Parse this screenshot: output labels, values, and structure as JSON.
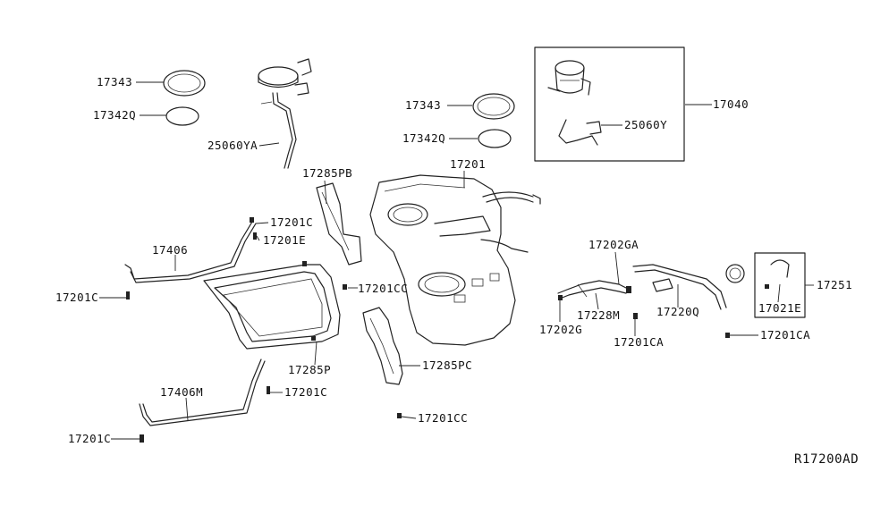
{
  "diagram_code": "R17200AD",
  "callouts": [
    {
      "id": "c01",
      "text": "17343"
    },
    {
      "id": "c02",
      "text": "17342Q"
    },
    {
      "id": "c03",
      "text": "25060YA"
    },
    {
      "id": "c04",
      "text": "17285PB"
    },
    {
      "id": "c05",
      "text": "17201C"
    },
    {
      "id": "c06",
      "text": "17201E"
    },
    {
      "id": "c07",
      "text": "17406"
    },
    {
      "id": "c08",
      "text": "17201C"
    },
    {
      "id": "c09",
      "text": "17201CC"
    },
    {
      "id": "c10",
      "text": "17285P"
    },
    {
      "id": "c11",
      "text": "17406M"
    },
    {
      "id": "c12",
      "text": "17201C"
    },
    {
      "id": "c13",
      "text": "17201C"
    },
    {
      "id": "c14",
      "text": "17343"
    },
    {
      "id": "c15",
      "text": "17342Q"
    },
    {
      "id": "c16",
      "text": "17201"
    },
    {
      "id": "c17",
      "text": "17285PC"
    },
    {
      "id": "c18",
      "text": "17201CC"
    },
    {
      "id": "c19",
      "text": "17040"
    },
    {
      "id": "c20",
      "text": "25060Y"
    },
    {
      "id": "c21",
      "text": "17202GA"
    },
    {
      "id": "c22",
      "text": "17228M"
    },
    {
      "id": "c23",
      "text": "17202G"
    },
    {
      "id": "c24",
      "text": "17201CA"
    },
    {
      "id": "c25",
      "text": "17220Q"
    },
    {
      "id": "c26",
      "text": "17201CA"
    },
    {
      "id": "c27",
      "text": "17251"
    },
    {
      "id": "c28",
      "text": "17021E"
    }
  ]
}
